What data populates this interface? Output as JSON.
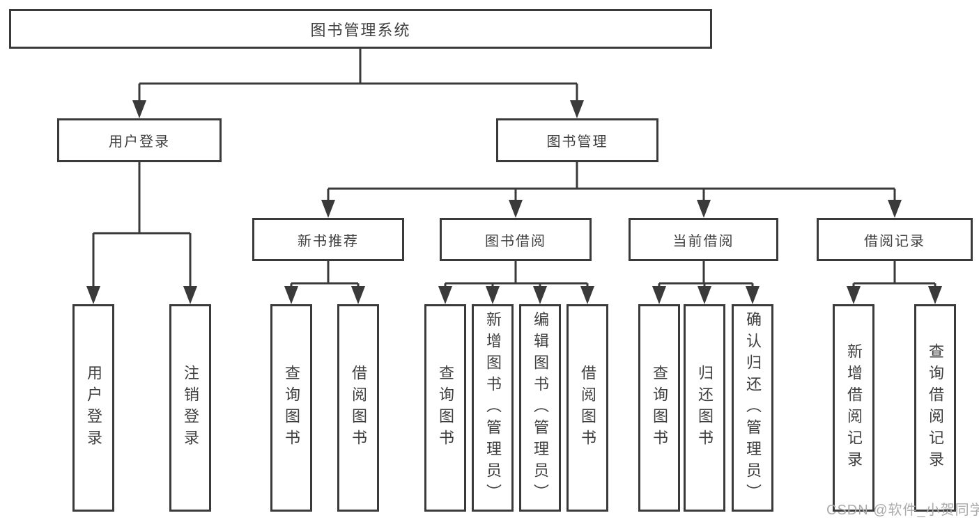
{
  "diagram": {
    "root": {
      "label": "图书管理系统"
    },
    "level2": [
      {
        "label": "用户登录",
        "children": [
          {
            "label": "用户登录"
          },
          {
            "label": "注销登录"
          }
        ]
      },
      {
        "label": "图书管理",
        "children": [
          {
            "label": "新书推荐",
            "children": [
              {
                "label": "查询图书"
              },
              {
                "label": "借阅图书"
              }
            ]
          },
          {
            "label": "图书借阅",
            "children": [
              {
                "label": "查询图书"
              },
              {
                "label": "新增图书（管理员）"
              },
              {
                "label": "编辑图书（管理员）"
              },
              {
                "label": "借阅图书"
              }
            ]
          },
          {
            "label": "当前借阅",
            "children": [
              {
                "label": "查询图书"
              },
              {
                "label": "归还图书"
              },
              {
                "label": "确认归还（管理员）"
              }
            ]
          },
          {
            "label": "借阅记录",
            "children": [
              {
                "label": "新增借阅记录"
              },
              {
                "label": "查询借阅记录"
              }
            ]
          }
        ]
      }
    ]
  },
  "watermark": "CSDN @软件_小贺同学",
  "colors": {
    "line": "#3a3a3a",
    "text": "#3f3f3f",
    "watermark": "#ababab",
    "background": "#ffffff"
  }
}
